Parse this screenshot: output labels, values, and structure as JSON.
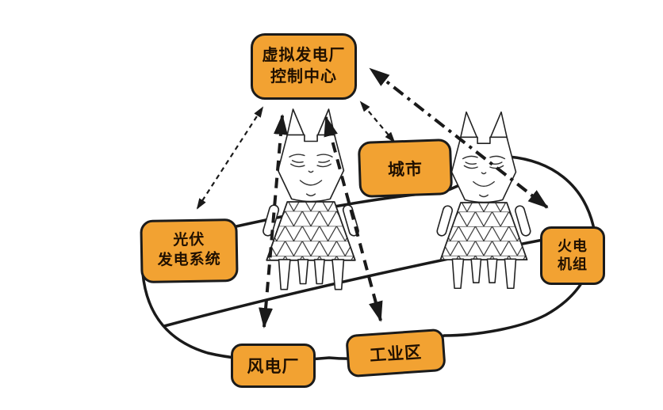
{
  "diagram_type": "virtual-power-plant-architecture",
  "colors": {
    "background": "#ffffff",
    "node_fill": "#f2a232",
    "node_border": "#1b1b1b",
    "node_text": "#201000",
    "line": "#1a1a1a",
    "figure_fill": "#ffffff"
  },
  "nodes": {
    "control_center": {
      "line1": "虚拟发电厂",
      "line2": "控制中心"
    },
    "city": {
      "label": "城市"
    },
    "pv_system": {
      "line1": "光伏",
      "line2": "发电系统"
    },
    "thermal_unit": {
      "line1": "火电",
      "line2": "机组"
    },
    "wind_plant": {
      "label": "风电厂"
    },
    "industrial_zone": {
      "label": "工业区"
    }
  },
  "edges": [
    {
      "from": "control_center",
      "to": "pv_system",
      "style": "thin-dashed",
      "bidirectional": true
    },
    {
      "from": "control_center",
      "to": "city",
      "style": "thin-dashed",
      "bidirectional": true
    },
    {
      "from": "control_center",
      "to": "wind_plant",
      "style": "thick-dashed",
      "bidirectional": true
    },
    {
      "from": "control_center",
      "to": "industrial_zone",
      "style": "thick-dashed",
      "bidirectional": true
    },
    {
      "from": "control_center",
      "to": "thermal_unit",
      "style": "thick-dash-dot",
      "bidirectional": true
    }
  ],
  "grid_ring": {
    "style": "solid",
    "members": [
      "pv_system",
      "city",
      "thermal_unit",
      "industrial_zone",
      "wind_plant"
    ]
  },
  "figures": [
    "pylon-cat-left",
    "pylon-cat-right"
  ]
}
